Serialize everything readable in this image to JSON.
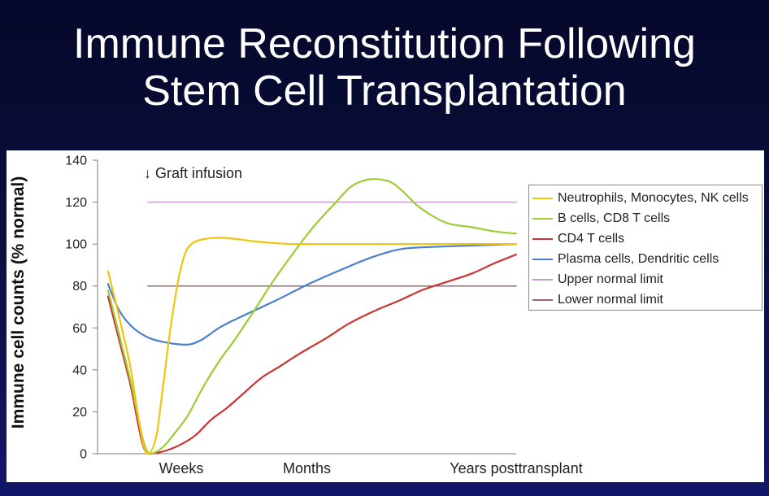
{
  "slide": {
    "title_line1": "Immune Reconstitution Following",
    "title_line2": "Stem Cell Transplantation"
  },
  "chart_data": {
    "type": "line",
    "ylabel": "Immune cell counts (% normal)",
    "xlim": [
      0,
      10
    ],
    "ylim": [
      0,
      140
    ],
    "xticks": [
      2,
      5,
      10
    ],
    "xticklabels": [
      "Weeks",
      "Months",
      "Years posttransplant"
    ],
    "yticks": [
      0,
      20,
      40,
      60,
      80,
      100,
      120,
      140
    ],
    "grid": false,
    "legend_position": "right",
    "annotation": "↓ Graft infusion",
    "series": [
      {
        "name": "Neutrophils, Monocytes, NK cells",
        "color": "#f1c40f",
        "x": [
          0.25,
          0.75,
          1.2,
          1.4,
          1.55,
          1.75,
          1.95,
          2.15,
          2.45,
          2.9,
          3.9,
          4.7,
          6.4,
          10
        ],
        "y": [
          87,
          45,
          0,
          8,
          30,
          61,
          85,
          98,
          102,
          103,
          101,
          100,
          100,
          100
        ]
      },
      {
        "name": "B cells, CD8 T cells",
        "color": "#9acd32",
        "x": [
          0.25,
          0.75,
          1.25,
          1.55,
          1.85,
          2.15,
          2.5,
          2.9,
          3.3,
          3.7,
          4.15,
          4.65,
          5.15,
          5.65,
          6.1,
          6.6,
          6.95,
          7.3,
          7.6,
          7.95,
          8.35,
          8.95,
          9.5,
          10
        ],
        "y": [
          78,
          38,
          0,
          3,
          10,
          18,
          31,
          44,
          55,
          67,
          81,
          95,
          108,
          119,
          128,
          131,
          130,
          125,
          119,
          114,
          110,
          108,
          106,
          105
        ]
      },
      {
        "name": "CD4 T cells",
        "color": "#cc3333",
        "x": [
          0.25,
          0.75,
          1.2,
          1.55,
          1.95,
          2.35,
          2.7,
          3.1,
          3.5,
          3.9,
          4.3,
          4.85,
          5.45,
          6.0,
          6.6,
          7.2,
          7.75,
          8.35,
          8.95,
          9.5,
          10
        ],
        "y": [
          75,
          36,
          0,
          1,
          4,
          9,
          16,
          22,
          29,
          36,
          41,
          48,
          55,
          62,
          68,
          73,
          78,
          82,
          86,
          91,
          95
        ]
      },
      {
        "name": "Plasma cells, Dendritic cells",
        "color": "#4a7fd0",
        "x": [
          0.25,
          0.5,
          0.8,
          1.15,
          1.65,
          2.15,
          2.45,
          2.9,
          3.5,
          4.25,
          5.05,
          5.85,
          6.6,
          7.4,
          8.55,
          10
        ],
        "y": [
          81,
          69,
          61,
          56,
          53,
          52,
          54,
          60,
          66,
          73,
          81,
          88,
          94,
          98,
          99,
          100
        ]
      },
      {
        "name": "Upper normal limit",
        "color": "#c39ccc",
        "x": [
          1.2,
          10
        ],
        "y": [
          120,
          120
        ]
      },
      {
        "name": "Lower normal limit",
        "color": "#a0676b",
        "x": [
          1.2,
          10
        ],
        "y": [
          80,
          80
        ]
      }
    ]
  }
}
